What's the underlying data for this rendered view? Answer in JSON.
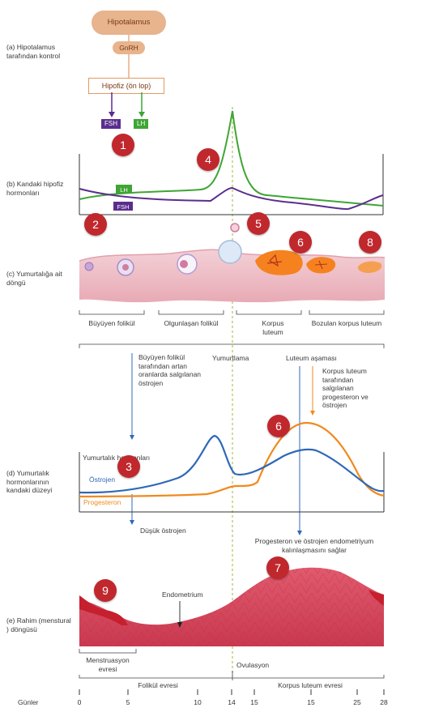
{
  "hypothalamus": {
    "title": "Hipotalamus",
    "gnrh": "GnRH",
    "pituitary": "Hipofiz (ön lop)",
    "fsh": "FSH",
    "lh": "LH"
  },
  "rows": {
    "a": "(a) Hipotalamus tarafından kontrol",
    "b": "(b) Kandaki hipofiz hormonları",
    "c": "(c) Yumurtalığa ait döngü",
    "d": "(d) Yumurtalık hormonlarının kandaki düzeyi",
    "e": "(e) Rahim (menstural ) döngüsü"
  },
  "graph_b": {
    "lh_label": "LH",
    "fsh_label": "FSH"
  },
  "ovary": {
    "growing": "Büyüyen folikül",
    "maturing": "Olgunlaşan folikül",
    "corpus": "Korpus luteum",
    "degrading": "Bozulan korpus luteum",
    "ovulation": "Yumurtlama",
    "luteal": "Luteum aşaması",
    "growing_note": "Büyüyen folikül tarafından artan oranlarda salgılanan östrojen",
    "corpus_note": "Korpus luteum tarafından salgılanan progesteron ve östrojen"
  },
  "graph_d": {
    "title": "Yumurtalık hormonları",
    "estrogen": "Östrojen",
    "progesterone": "Progesteron",
    "low_estrogen": "Düşük östrojen",
    "endometrium_note": "Progesteron ve östrojen endometriyum kalınlaşmasını sağlar"
  },
  "uterus": {
    "endometrium": "Endometrium",
    "menstruation": "Menstruasyon evresi",
    "ovulation": "Ovulasyon",
    "follicular": "Folikül evresi",
    "luteal": "Korpus luteum evresi"
  },
  "days": {
    "label": "Günler",
    "ticks": [
      "0",
      "5",
      "10",
      "14",
      "15",
      "15",
      "25",
      "28"
    ]
  },
  "badges": [
    "1",
    "2",
    "3",
    "4",
    "5",
    "6",
    "6",
    "7",
    "8",
    "9"
  ],
  "colors": {
    "hypothalamus": "#e7b48d",
    "fsh": "#5b2d8e",
    "lh": "#3fa535",
    "estrogen": "#2f68b8",
    "progesterone": "#f08a1d",
    "ovary": "#f0c4cb",
    "endometrium": "#d7435a",
    "badge": "#c0282d"
  }
}
